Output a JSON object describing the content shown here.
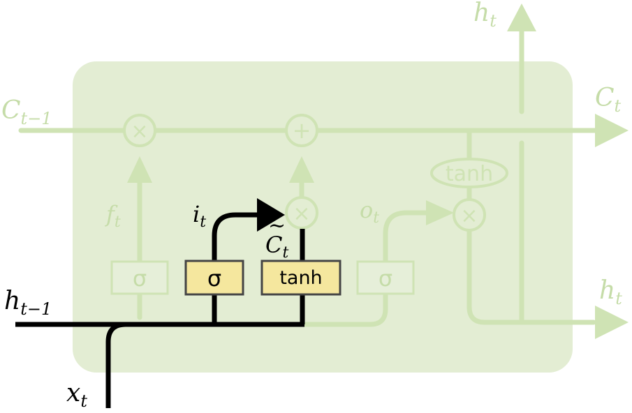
{
  "colors": {
    "cell_fill": "#e3edd3",
    "faded_line": "#cfe3b4",
    "faded_text": "#c5dca8",
    "active_line": "#000000",
    "gate_fill": "#f5e79e",
    "gate_stroke": "#444444",
    "faded_gate_fill": "#e6efd9"
  },
  "labels": {
    "c_prev": "C",
    "c_prev_sub": "t−1",
    "c_out": "C",
    "c_out_sub": "t",
    "h_top": "h",
    "h_top_sub": "t",
    "h_right": "h",
    "h_right_sub": "t",
    "h_prev": "h",
    "h_prev_sub": "t−1",
    "x_in": "x",
    "x_in_sub": "t",
    "f_t": "f",
    "f_t_sub": "t",
    "i_t": "i",
    "i_t_sub": "t",
    "c_tilde": "C",
    "c_tilde_mark": "~",
    "c_tilde_sub": "t",
    "o_t": "o",
    "o_t_sub": "t"
  },
  "gates": {
    "forget": "σ",
    "input": "σ",
    "candidate": "tanh",
    "output": "σ",
    "state_tanh": "tanh"
  },
  "ops": {
    "forget_mult": "×",
    "add": "+",
    "input_mult": "×",
    "output_mult": "×"
  }
}
